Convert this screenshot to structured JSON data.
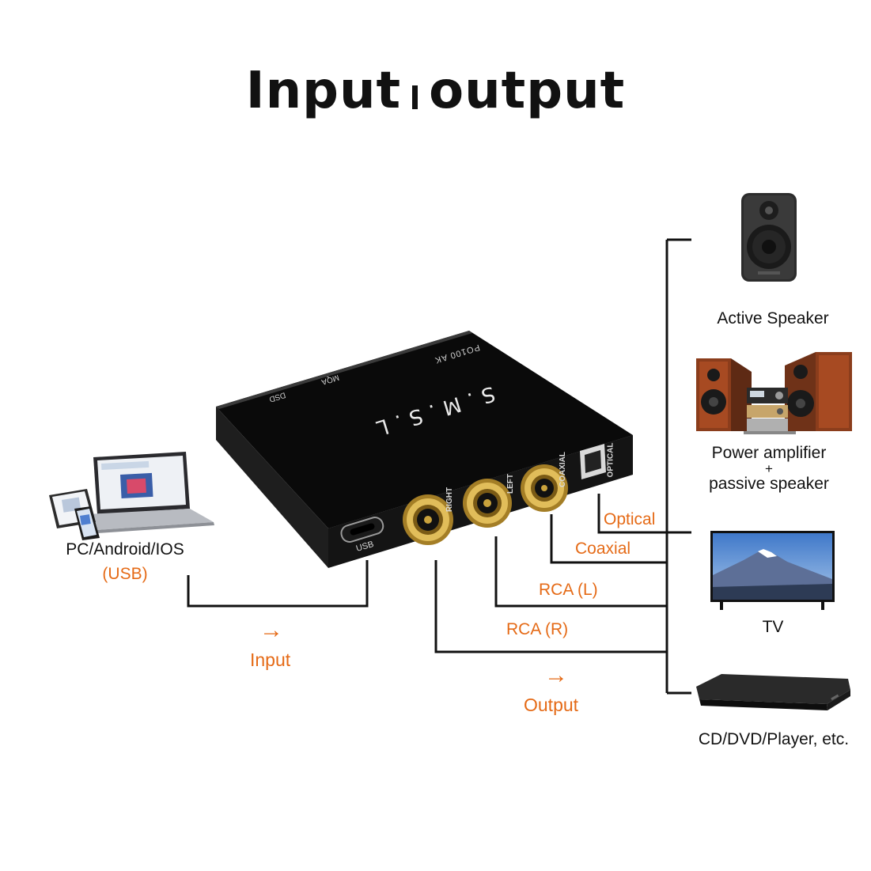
{
  "title": {
    "left": "Input",
    "right": "output"
  },
  "source": {
    "label": "PC/Android/IOS",
    "sub_label": "(USB)"
  },
  "device": {
    "brand": "S.M.S.L",
    "model": "PO100 AK",
    "badge_dsd": "DSD",
    "badge_mqa": "MQA",
    "port_usb": "USB",
    "port_right": "RIGHT",
    "port_left": "LEFT",
    "port_coaxial": "COAXIAL",
    "port_optical": "OPTICAL"
  },
  "connections": {
    "optical": "Optical",
    "coaxial": "Coaxial",
    "rca_l": "RCA (L)",
    "rca_r": "RCA (R)"
  },
  "legend": {
    "input": {
      "arrow": "→",
      "label": "Input"
    },
    "output": {
      "arrow": "→",
      "label": "Output"
    }
  },
  "destinations": [
    {
      "label": "Active Speaker",
      "icon": "active-speaker-icon"
    },
    {
      "label": "Power amplifier",
      "label2": "+",
      "label3": "passive speaker",
      "icon": "hifi-system-icon"
    },
    {
      "label": "TV",
      "icon": "tv-icon"
    },
    {
      "label": "CD/DVD/Player, etc.",
      "icon": "disc-player-icon"
    }
  ],
  "colors": {
    "accent": "#e56a16",
    "line": "#111111",
    "device": "#0d0d0d",
    "gold": "#c9a23c"
  }
}
